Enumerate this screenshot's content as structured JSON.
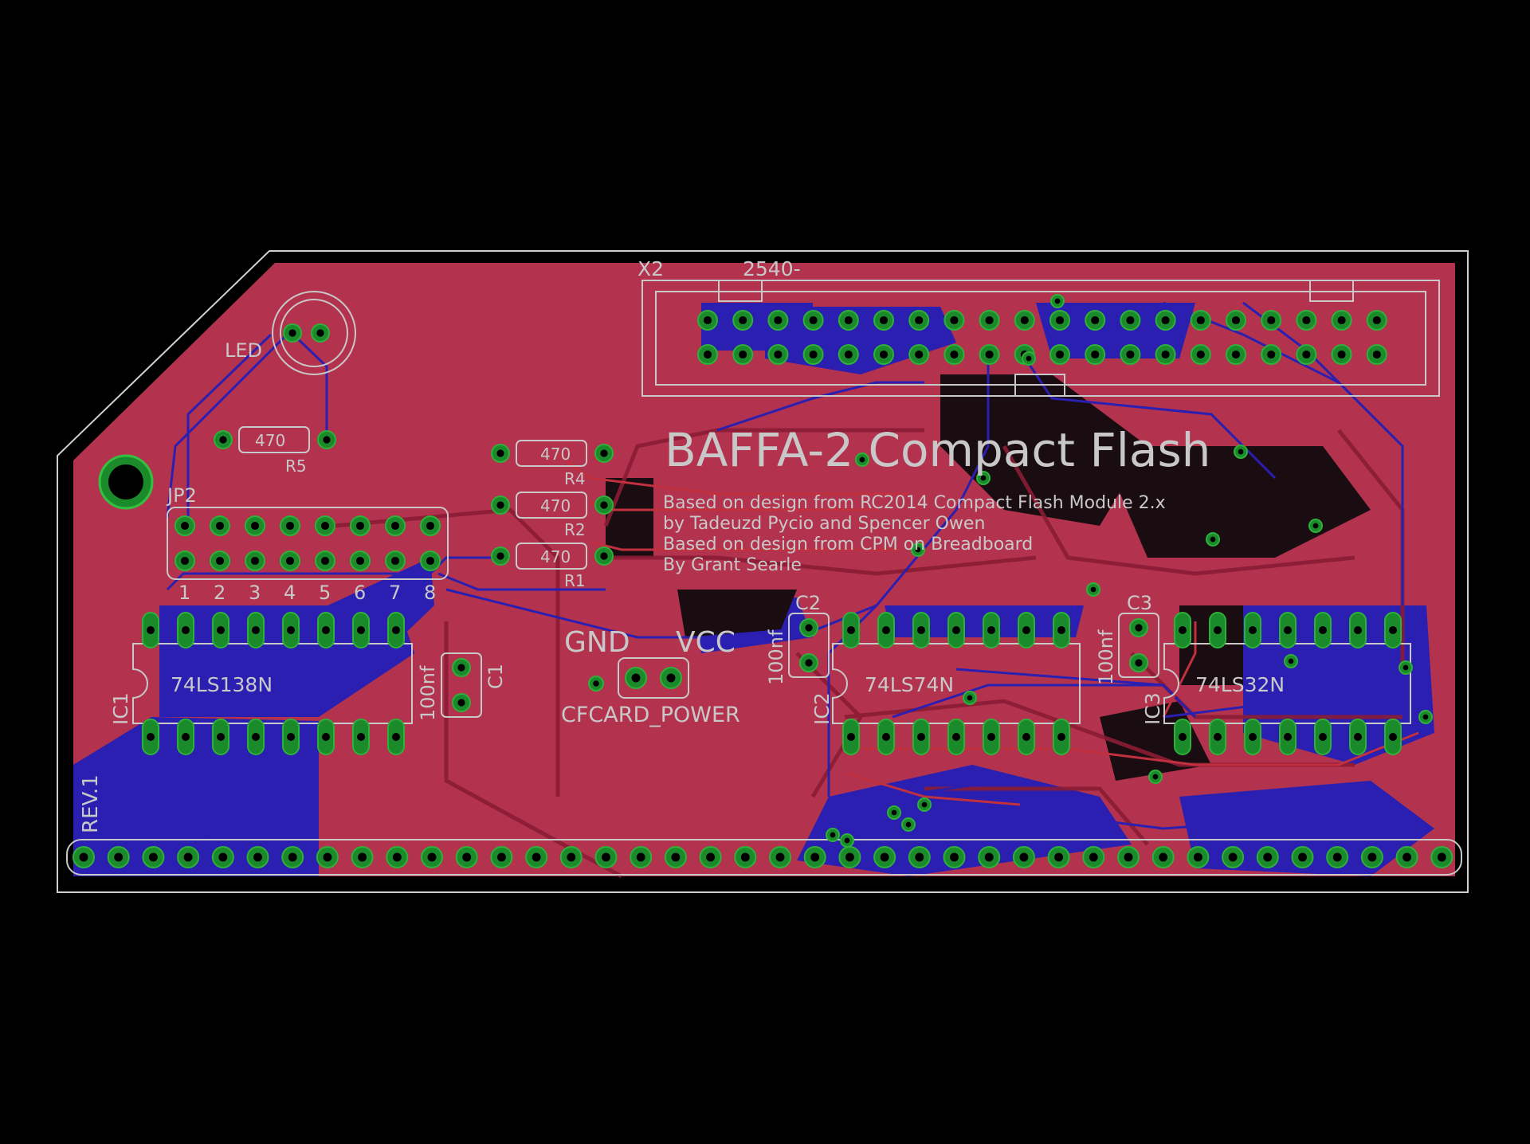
{
  "board": {
    "title": "BAFFA-2 Compact Flash",
    "credits": [
      "Based on design from RC2014 Compact Flash Module 2.x",
      "by Tadeuzd Pycio and Spencer Owen",
      "Based on design from CPM on Breadboard",
      "By Grant Searle"
    ],
    "revision": "REV.1",
    "colors": {
      "background": "#000000",
      "top_copper": "#b3334f",
      "bottom_copper": "#2a1fb0",
      "pad": "#1a8a2a",
      "silkscreen": "#c8c8c8",
      "outline": "#d0d0d0"
    }
  },
  "labels": {
    "x2": "X2",
    "x2_value": "2540-",
    "led": "LED",
    "r5": "R5",
    "r4": "R4",
    "r2": "R2",
    "r1": "R1",
    "r_value": "470",
    "jp2": "JP2",
    "jp2_numbers": [
      "1",
      "2",
      "3",
      "4",
      "5",
      "6",
      "7",
      "8"
    ],
    "ic1": "IC1",
    "ic1_value": "74LS138N",
    "ic2": "IC2",
    "ic2_value": "74LS74N",
    "ic3": "IC3",
    "ic3_value": "74LS32N",
    "c1": "C1",
    "c2": "C2",
    "c3": "C3",
    "cap_value": "100nf",
    "gnd": "GND",
    "vcc": "VCC",
    "cfcard_power": "CFCARD_POWER"
  }
}
